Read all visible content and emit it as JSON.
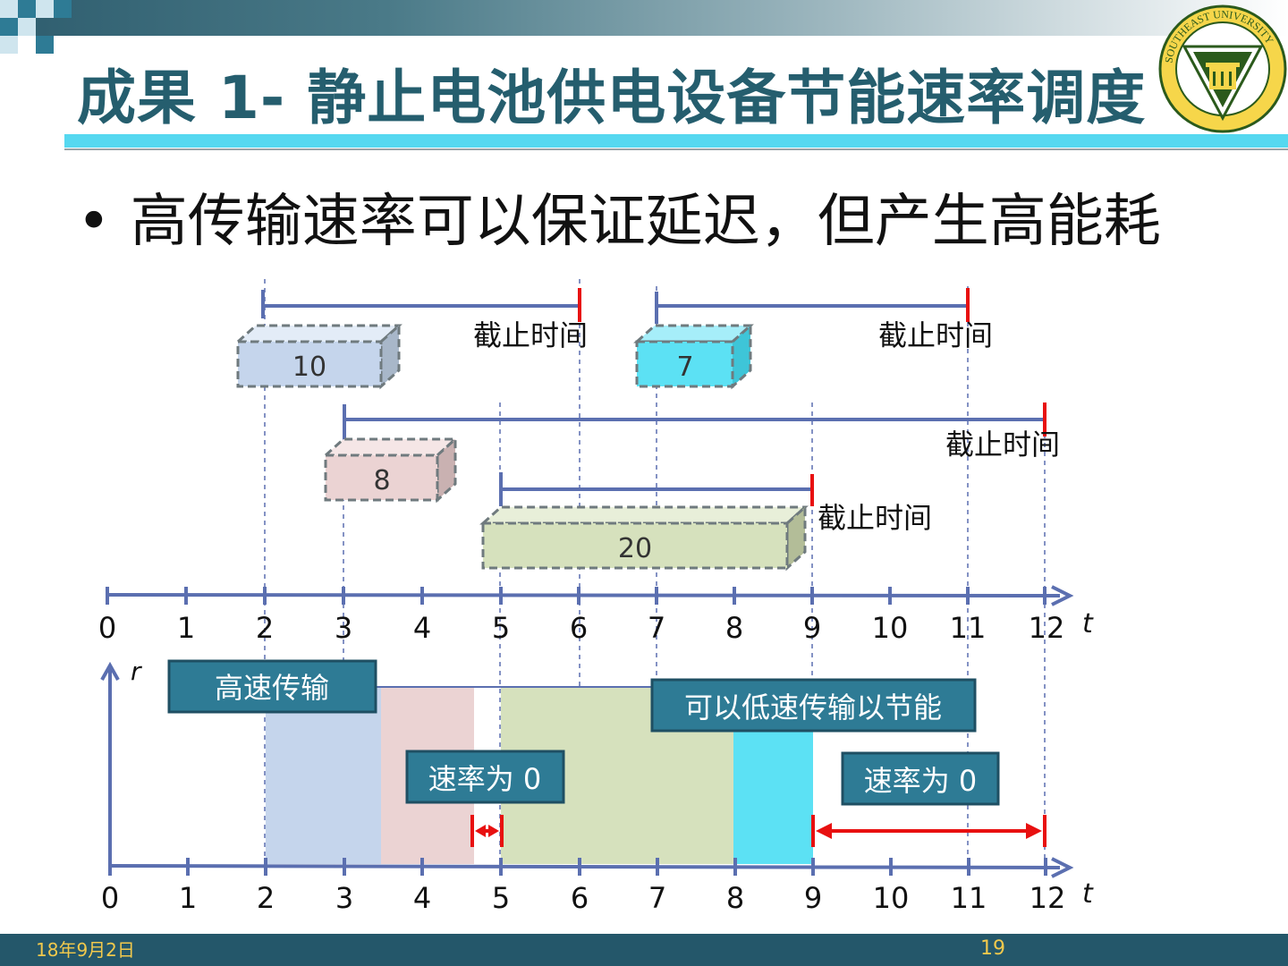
{
  "slide": {
    "title": "成果 1- 静止电池供电设备节能速率调度",
    "bullet": "高传输速率可以保证延迟，但产生高能耗",
    "logo_text": "SOUTHEAST UNIVERSITY"
  },
  "diagram": {
    "deadline_label": "截止时间",
    "tasks": [
      {
        "label": "10",
        "arrival": 2,
        "deadline": 6,
        "fill": "#c5d5ec"
      },
      {
        "label": "7",
        "arrival": 7,
        "deadline": 11,
        "fill": "#5ce1f4"
      },
      {
        "label": "8",
        "arrival": 3,
        "deadline": 12,
        "fill": "#ebd3d3"
      },
      {
        "label": "20",
        "arrival": 5,
        "deadline": 9,
        "fill": "#d6e1bd"
      }
    ],
    "top_axis": {
      "ticks": [
        "0",
        "1",
        "2",
        "3",
        "4",
        "5",
        "6",
        "7",
        "8",
        "9",
        "10",
        "11",
        "12"
      ],
      "label": "t"
    },
    "bottom_axis": {
      "ticks": [
        "0",
        "1",
        "2",
        "3",
        "4",
        "5",
        "6",
        "7",
        "8",
        "9",
        "10",
        "11",
        "12"
      ],
      "x_label": "t",
      "y_label": "r"
    },
    "callouts": {
      "high_speed": "高速传输",
      "low_speed": "可以低速传输以节能",
      "zero_rate_1": "速率为 0",
      "zero_rate_2": "速率为 0"
    }
  },
  "footer": {
    "date": "18年9月2日",
    "page": "19"
  },
  "colors": {
    "title": "#255e6e",
    "accent": "#56d8f0",
    "axis": "#5b6fb0",
    "deadline": "#e81010",
    "callout_bg": "#2e7b95"
  }
}
